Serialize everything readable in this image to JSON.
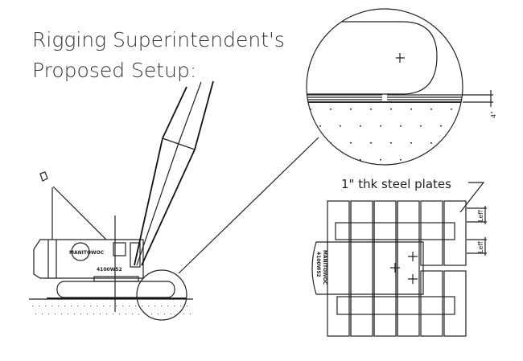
{
  "title": {
    "line1": "Rigging Superintendent's",
    "line2": "Proposed Setup:"
  },
  "detail": {
    "thickness_label": "4\""
  },
  "plan": {
    "plates_label": "1\" thk steel plates",
    "dim_label_1": "Leff",
    "dim_label_2": "Leff",
    "crane_brand": "MANITOWOC",
    "crane_model": "4100W52"
  },
  "elevation": {
    "crane_brand": "MANITOWOC",
    "crane_model": "4100W52"
  }
}
